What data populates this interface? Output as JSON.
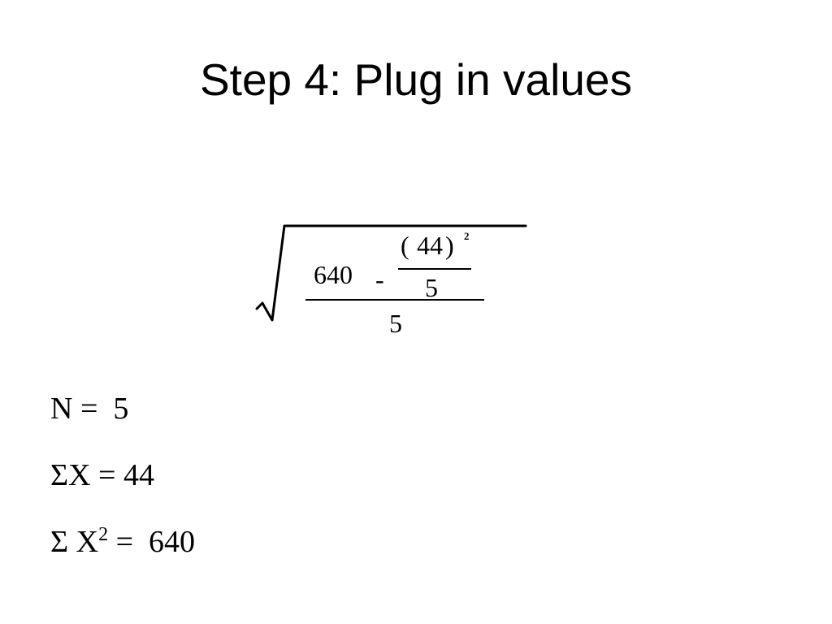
{
  "slide": {
    "title": "Step 4: Plug in values"
  },
  "formula": {
    "sum_x2": "640",
    "minus": "-",
    "open_paren": "(",
    "sum_x": "44",
    "close_paren": ")",
    "exponent": "2",
    "inner_denominator": "5",
    "outer_denominator": "5",
    "icons": {
      "radical": "square-root-sign-icon"
    }
  },
  "givens": [
    {
      "symbol": "N =",
      "value": "5"
    },
    {
      "symbol": "ΣX =",
      "value": "44"
    },
    {
      "symbol": "Σ X",
      "sup": "2",
      "rest": " =",
      "value": "640"
    }
  ]
}
